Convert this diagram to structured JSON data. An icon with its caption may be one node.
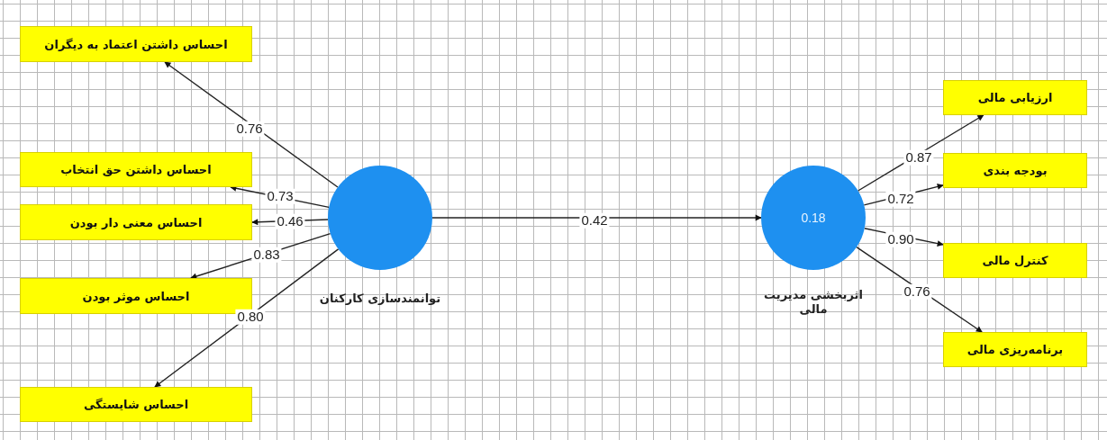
{
  "diagram": {
    "nodes": [
      {
        "text": [
          "احساس داشتن اعتماد به دیگران"
        ]
      },
      {
        "text": [
          "احساس داشتن حق انتخاب"
        ]
      },
      {
        "text": [
          "احساس معنی دار بودن"
        ]
      },
      {
        "text": [
          "احساس موثر بودن"
        ]
      },
      {
        "text": [
          "احساس شایستگی"
        ]
      },
      {
        "text": [
          "توانمندسازی کارکنان"
        ]
      },
      {
        "text": [
          "0.18",
          "اثربخشی مدیریت مالی"
        ]
      },
      {
        "text": [
          "ارزیابی مالی"
        ]
      },
      {
        "text": [
          "بودجه بندی"
        ]
      },
      {
        "text": [
          "کنترل مالی"
        ]
      },
      {
        "text": [
          "برنامه‌ریزی مالی"
        ]
      }
    ],
    "edges": [
      {
        "from": 5,
        "to": 0,
        "arrow": "to",
        "label": "0.76"
      },
      {
        "from": 5,
        "to": 1,
        "arrow": "to",
        "label": "0.73"
      },
      {
        "from": 5,
        "to": 2,
        "arrow": "to",
        "label": "0.46"
      },
      {
        "from": 5,
        "to": 3,
        "arrow": "to",
        "label": "0.83"
      },
      {
        "from": 5,
        "to": 4,
        "arrow": "to",
        "label": "0.80"
      },
      {
        "from": 5,
        "to": 6,
        "arrow": "to",
        "label": "0.42"
      },
      {
        "from": 6,
        "to": 7,
        "arrow": "to",
        "label": "0.87"
      },
      {
        "from": 6,
        "to": 8,
        "arrow": "to",
        "label": "0.72"
      },
      {
        "from": 6,
        "to": 9,
        "arrow": "to",
        "label": "0.90"
      },
      {
        "from": 6,
        "to": 10,
        "arrow": "to",
        "label": "0.76"
      }
    ]
  }
}
